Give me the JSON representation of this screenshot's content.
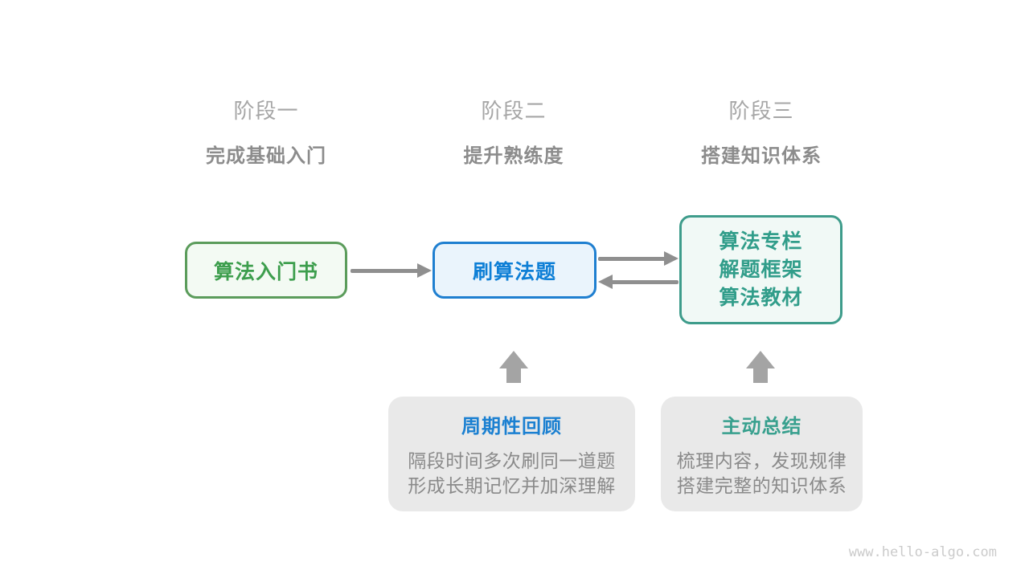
{
  "stages": [
    {
      "title": "阶段一",
      "subtitle": "完成基础入门"
    },
    {
      "title": "阶段二",
      "subtitle": "提升熟练度"
    },
    {
      "title": "阶段三",
      "subtitle": "搭建知识体系"
    }
  ],
  "nodes": {
    "intro_book": {
      "label": "算法入门书",
      "text_color": "#3d9e4d",
      "border_color": "#5b9c5b",
      "background": "#f3faf3"
    },
    "practice": {
      "label": "刷算法题",
      "text_color": "#0e7fd6",
      "border_color": "#1f7fd0",
      "background": "#eaf4fc"
    },
    "knowledge": {
      "lines": [
        "算法专栏",
        "解题框架",
        "算法教材"
      ],
      "text_color": "#319d8a",
      "border_color": "#3e9c8b",
      "background": "#f1f9f6"
    }
  },
  "callouts": {
    "review": {
      "title": "周期性回顾",
      "title_color": "#1b80d1",
      "lines": [
        "隔段时间多次刷同一道题",
        "形成长期记忆并加深理解"
      ]
    },
    "summary": {
      "title": "主动总结",
      "title_color": "#38a08e",
      "lines": [
        "梳理内容，发现规律",
        "搭建完整的知识体系"
      ]
    }
  },
  "connectors": {
    "horizontal_arrow_color": "#8f8f8f",
    "up_arrow_color": "#a4a4a4"
  },
  "watermark": "www.hello-algo.com"
}
